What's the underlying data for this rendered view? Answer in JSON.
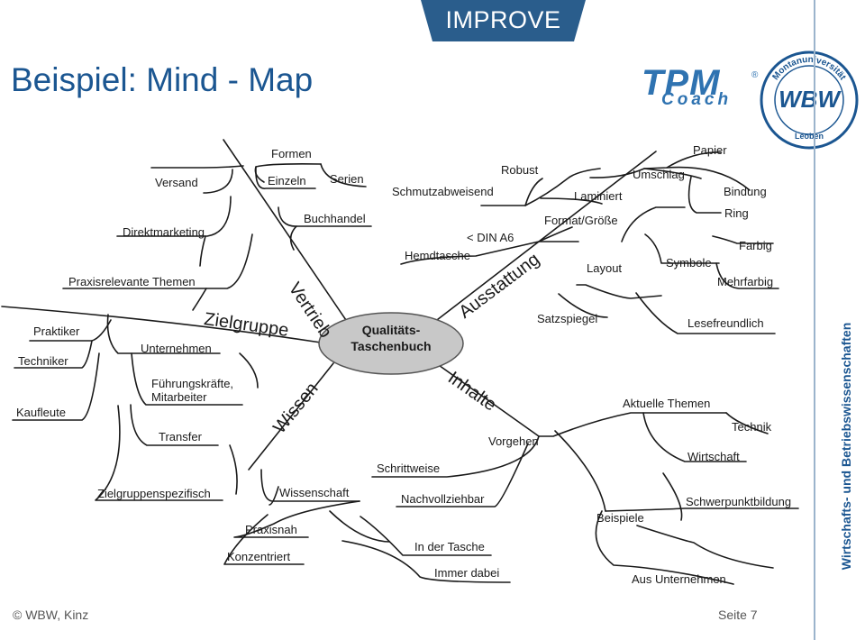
{
  "header": {
    "tab_label": "IMPROVE",
    "title": "Beispiel: Mind - Map"
  },
  "logos": {
    "tpm_main": "TPM",
    "tpm_sub": "Coach",
    "tpm_reg": "®",
    "seal_top": "Montanuniversität",
    "seal_center": "WBW",
    "seal_bottom": "Leoben"
  },
  "sidebar": {
    "vertical_text": "Wirtschafts- und Betriebswissenschaften"
  },
  "mindmap": {
    "center": "Qualitäts-\nTaschenbuch",
    "branches": {
      "vertrieb": "Vertrieb",
      "ausstattung": "Ausstattung",
      "zielgruppe": "Zielgruppe",
      "wissen": "Wissen",
      "inhalte": "Inhalte"
    },
    "labels": {
      "formen": "Formen",
      "einzeln": "Einzeln",
      "serien": "Serien",
      "versand": "Versand",
      "buchhandel": "Buchhandel",
      "direktmarketing": "Direktmarketing",
      "praxisrelevante": "Praxisrelevante Themen",
      "robust": "Robust",
      "schmutz": "Schmutzabweisend",
      "laminiert": "Laminiert",
      "umschlag": "Umschlag",
      "papier": "Papier",
      "bindung": "Bindung",
      "ring": "Ring",
      "format": "Format/Größe",
      "dina6": "< DIN A6",
      "hemdtasche": "Hemdtasche",
      "farbig": "Farbig",
      "layout": "Layout",
      "symbole": "Symbole",
      "mehrfarbig": "Mehrfarbig",
      "satzspiegel": "Satzspiegel",
      "lesefreundlich": "Lesefreundlich",
      "praktiker": "Praktiker",
      "techniker": "Techniker",
      "kaufleute": "Kaufleute",
      "unternehmen": "Unternehmen",
      "fuehrung1": "Führungskräfte,",
      "fuehrung2": "Mitarbeiter",
      "transfer": "Transfer",
      "zielgruppenspez": "Zielgruppenspezifisch",
      "wissenschaft": "Wissenschaft",
      "praxisnah": "Praxisnah",
      "konzentriert": "Konzentriert",
      "aktuelle": "Aktuelle Themen",
      "technik": "Technik",
      "vorgehen": "Vorgehen",
      "wirtschaft": "Wirtschaft",
      "schrittweise": "Schrittweise",
      "nachvollziehbar": "Nachvollziehbar",
      "schwerpunkt": "Schwerpunktbildung",
      "beispiele": "Beispiele",
      "tasche": "In der Tasche",
      "dabei": "Immer dabei",
      "ausunternehmen": "Aus Unternehmen"
    }
  },
  "footer": {
    "copyright": "© WBW, Kinz",
    "page": "Seite 7"
  },
  "colors": {
    "brand_blue": "#1b5691",
    "tab_blue": "#2a5d8c",
    "center_fill": "#c8c8c8",
    "line": "#1a1a1a"
  }
}
